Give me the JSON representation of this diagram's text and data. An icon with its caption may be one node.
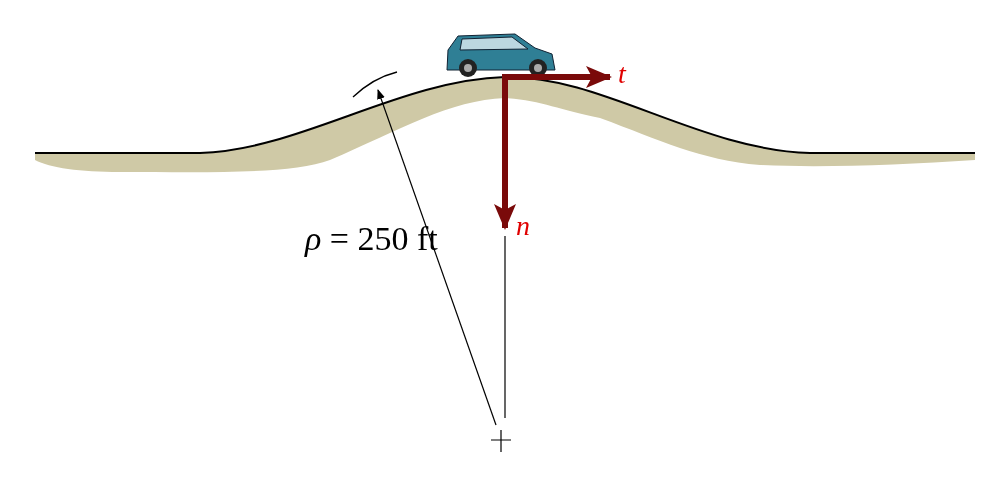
{
  "diagram": {
    "labels": [
      "*ρ* = 250 ft",
      "t",
      "n"
    ]
  }
}
